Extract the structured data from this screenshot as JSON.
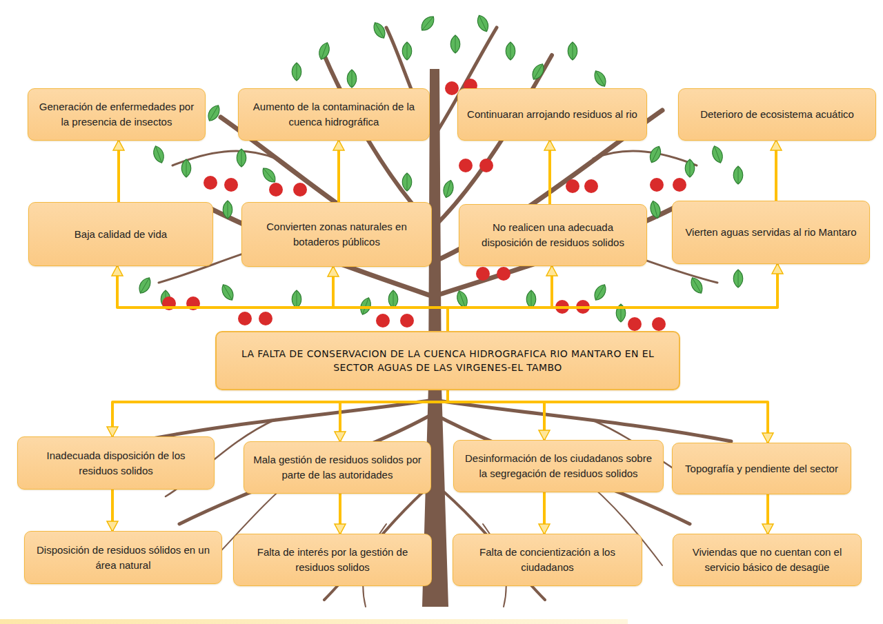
{
  "diagram": {
    "nodes": [
      {
        "text": [
          "Generación de enfermedades por la presencia de insectos"
        ]
      },
      {
        "text": [
          "Aumento de la contaminación de la cuenca hidrográfica"
        ]
      },
      {
        "text": [
          "Continuaran arrojando residuos al rio"
        ]
      },
      {
        "text": [
          "Deterioro de ecosistema acuático"
        ]
      },
      {
        "text": [
          "Baja calidad de vida"
        ]
      },
      {
        "text": [
          "Convierten zonas naturales en botaderos públicos"
        ]
      },
      {
        "text": [
          "No realicen una adecuada disposición de residuos solidos"
        ]
      },
      {
        "text": [
          "Vierten aguas servidas al rio Mantaro"
        ]
      },
      {
        "text": [
          "LA FALTA DE CONSERVACION DE LA CUENCA HIDROGRAFICA RIO MANTARO EN EL SECTOR AGUAS DE LAS VIRGENES-EL TAMBO"
        ]
      },
      {
        "text": [
          "Inadecuada disposición de los residuos solidos"
        ]
      },
      {
        "text": [
          "Mala gestión de residuos solidos por parte de las autoridades"
        ]
      },
      {
        "text": [
          "Desinformación de los ciudadanos sobre la segregación de residuos solidos"
        ]
      },
      {
        "text": [
          "Topografía y pendiente del sector"
        ]
      },
      {
        "text": [
          "Disposición de residuos sólidos en un área natural"
        ]
      },
      {
        "text": [
          "Falta de interés por la gestión de residuos solidos"
        ]
      },
      {
        "text": [
          "Falta de concientización a los ciudadanos"
        ]
      },
      {
        "text": [
          "Viviendas que no cuentan con el servicio básico de desagüe"
        ]
      }
    ],
    "edges": [
      {
        "from": 4,
        "to": 0,
        "arrow": "to"
      },
      {
        "from": 5,
        "to": 1,
        "arrow": "to"
      },
      {
        "from": 6,
        "to": 2,
        "arrow": "to"
      },
      {
        "from": 7,
        "to": 3,
        "arrow": "to"
      },
      {
        "from": 8,
        "to": 4,
        "arrow": "to"
      },
      {
        "from": 8,
        "to": 5,
        "arrow": "to"
      },
      {
        "from": 8,
        "to": 6,
        "arrow": "to"
      },
      {
        "from": 8,
        "to": 7,
        "arrow": "to"
      },
      {
        "from": 8,
        "to": 9,
        "arrow": "to"
      },
      {
        "from": 8,
        "to": 10,
        "arrow": "to"
      },
      {
        "from": 8,
        "to": 11,
        "arrow": "to"
      },
      {
        "from": 8,
        "to": 12,
        "arrow": "to"
      },
      {
        "from": 9,
        "to": 13,
        "arrow": "to"
      },
      {
        "from": 10,
        "to": 14,
        "arrow": "to"
      },
      {
        "from": 11,
        "to": 15,
        "arrow": "to"
      },
      {
        "from": 12,
        "to": 16,
        "arrow": "to"
      }
    ]
  }
}
